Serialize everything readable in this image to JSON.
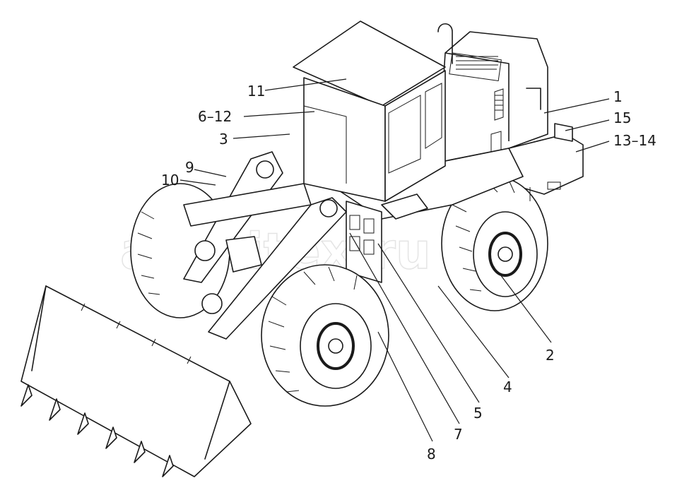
{
  "watermark": "autoitex.ru",
  "callouts": [
    {
      "id": "1",
      "label": "1"
    },
    {
      "id": "15",
      "label": "15"
    },
    {
      "id": "13-14",
      "label": "13–14"
    },
    {
      "id": "11",
      "label": "11"
    },
    {
      "id": "6-12",
      "label": "6–12"
    },
    {
      "id": "3",
      "label": "3"
    },
    {
      "id": "9",
      "label": "9"
    },
    {
      "id": "10",
      "label": "10"
    },
    {
      "id": "2",
      "label": "2"
    },
    {
      "id": "4",
      "label": "4"
    },
    {
      "id": "5",
      "label": "5"
    },
    {
      "id": "7",
      "label": "7"
    },
    {
      "id": "8",
      "label": "8"
    }
  ],
  "colors": {
    "line": "#1a1a1a",
    "background": "#ffffff",
    "watermark": "#cfcfcf"
  }
}
